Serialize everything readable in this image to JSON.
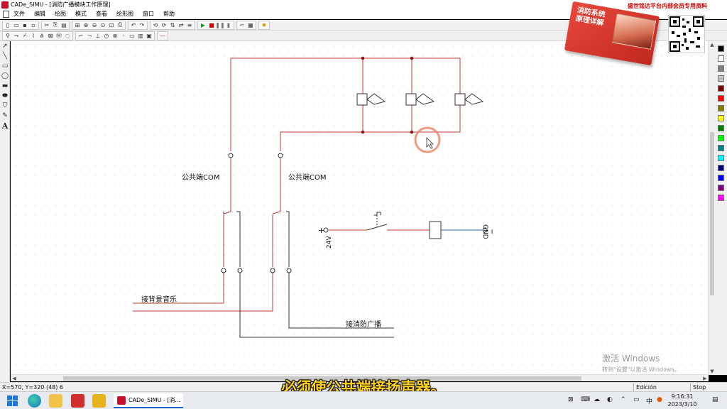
{
  "window": {
    "title": "CADe_SIMU - [消防广播模块工作原理]",
    "promo_text": "盛世铭达平台内部会员专用资料"
  },
  "menu": [
    "文件",
    "编辑",
    "绘图",
    "模式",
    "查看",
    "绘形图",
    "窗口",
    "帮助"
  ],
  "book": {
    "title_line1": "消防系统",
    "title_line2": "原理详解"
  },
  "canvas": {
    "labels": {
      "com_left": "公共端COM",
      "com_right": "公共端COM",
      "bg_music": "接背景音乐",
      "fire_broadcast": "接消防广播",
      "plus": "+",
      "v24": "24V",
      "gnd": "GND",
      "minus": "−"
    }
  },
  "statusbar": {
    "coords": "X=570, Y=320 (48) 6",
    "mode": "Edición",
    "state": "Stop"
  },
  "subtitle": "必须使公共端接扬声器。",
  "watermark": {
    "line1": "激活 Windows",
    "line2": "转到\"设置\"以激活 Windows。"
  },
  "taskbar": {
    "active_task": "CADe_SIMU - [消...",
    "ime": "中",
    "time": "9:16:31",
    "date": "2023/3/10"
  },
  "palette": [
    "#000000",
    "#ffffff",
    "#808080",
    "#c0c0c0",
    "#800000",
    "#ff0000",
    "#808000",
    "#ffff00",
    "#008000",
    "#00ff00",
    "#008080",
    "#00ffff",
    "#000080",
    "#0000ff",
    "#800080",
    "#ff00ff"
  ],
  "colors": {
    "wire_red": "#c0392b",
    "wire_black": "#333333",
    "wire_blue": "#2c5fa8",
    "node": "#8b1a1a",
    "cursor_ring": "#e8896a",
    "subtitle": "#ffd21a"
  }
}
